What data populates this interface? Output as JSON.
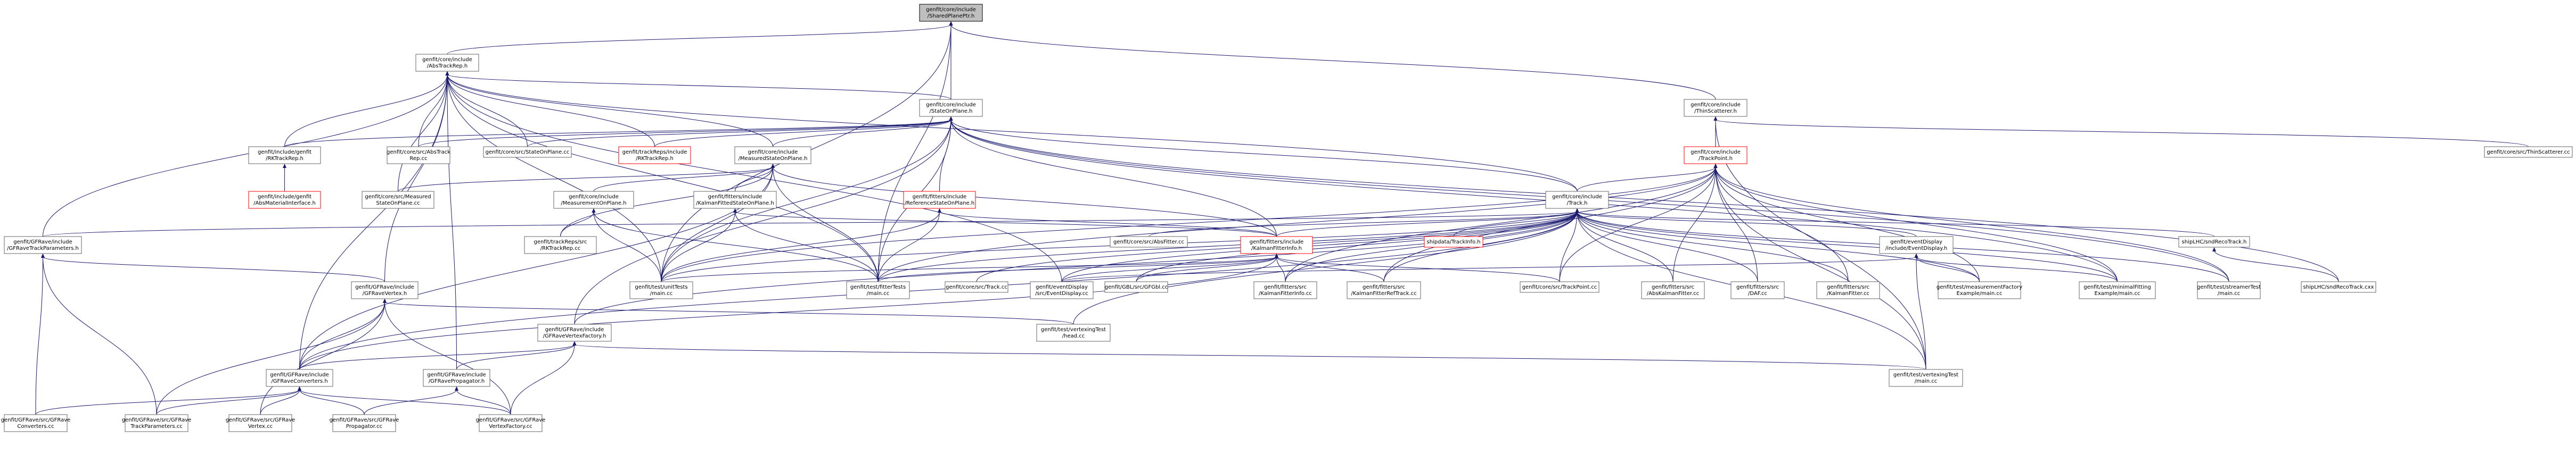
{
  "nodes": {
    "shared_planeptr": {
      "lines": [
        "genfit/core/include",
        "/SharedPlanePtr.h"
      ]
    },
    "abstrackrep": {
      "lines": [
        "genfit/core/include",
        "/AbsTrackRep.h"
      ]
    },
    "stateonplane": {
      "lines": [
        "genfit/core/include",
        "/StateOnPlane.h"
      ]
    },
    "thinscatterer": {
      "lines": [
        "genfit/core/include",
        "/ThinScatterer.h"
      ]
    },
    "thinscatterer_cc": {
      "lines": [
        "genfit/core/src/ThinScatterer.cc"
      ]
    },
    "trackpoint": {
      "lines": [
        "genfit/core/include",
        "/TrackPoint.h"
      ]
    },
    "track": {
      "lines": [
        "genfit/core/include",
        "/Track.h"
      ]
    },
    "rktrackrep_h": {
      "lines": [
        "genfit/trackReps/include",
        "/RKTrackRep.h"
      ]
    },
    "abstrackrep_cc": {
      "lines": [
        "genfit/core/src/AbsTrack",
        "Rep.cc"
      ]
    },
    "stateonplane_cc": {
      "lines": [
        "genfit/core/src/StateOnPlane.cc"
      ]
    },
    "msop": {
      "lines": [
        "genfit/core/include",
        "/MeasuredStateOnPlane.h"
      ]
    },
    "msop_cc": {
      "lines": [
        "genfit/core/src/Measured",
        "StateOnPlane.cc"
      ]
    },
    "mop": {
      "lines": [
        "genfit/core/include",
        "/MeasurementOnPlane.h"
      ]
    },
    "kfsop": {
      "lines": [
        "genfit/fitters/include",
        "/KalmanFittedStateOnPlane.h"
      ]
    },
    "refsop": {
      "lines": [
        "genfit/fitters/include",
        "/ReferenceStateOnPlane.h"
      ]
    },
    "kfi": {
      "lines": [
        "genfit/fitters/include",
        "/KalmanFitterInfo.h"
      ]
    },
    "rktrackrep_cc": {
      "lines": [
        "genfit/trackReps/src",
        "/RKTrackRep.cc"
      ]
    },
    "rkmatinterface_gh": {
      "lines": [
        "genfit/include/genfit",
        "/RKTrackRep.h"
      ]
    },
    "absmatinterface": {
      "lines": [
        "genfit/include/genfit",
        "/AbsMaterialInterface.h"
      ]
    },
    "gfrave_trackparams": {
      "lines": [
        "genfit/GFRave/include",
        "/GFRaveTrackParameters.h"
      ]
    },
    "gfrave_vertex": {
      "lines": [
        "genfit/GFRave/include",
        "/GFRaveVertex.h"
      ]
    },
    "gfrave_vertexfactory": {
      "lines": [
        "genfit/GFRave/include",
        "/GFRaveVertexFactory.h"
      ]
    },
    "gfrave_converters": {
      "lines": [
        "genfit/GFRave/include",
        "/GFRaveConverters.h"
      ]
    },
    "gfrave_propagator": {
      "lines": [
        "genfit/GFRave/include",
        "/GFRavePropagator.h"
      ]
    },
    "unittests": {
      "lines": [
        "genfit/test/unitTests",
        "/main.cc"
      ]
    },
    "fittertests": {
      "lines": [
        "genfit/test/fitterTests",
        "/main.cc"
      ]
    },
    "vertexingtest_head": {
      "lines": [
        "genfit/test/vertexingTest",
        "/head.cc"
      ]
    },
    "vertexingtest_main": {
      "lines": [
        "genfit/test/vertexingTest",
        "/main.cc"
      ]
    },
    "absfitter_cc": {
      "lines": [
        "genfit/core/src/AbsFitter.cc"
      ]
    },
    "trackinfo": {
      "lines": [
        "shipdata/TrackInfo.h"
      ]
    },
    "track_cc": {
      "lines": [
        "genfit/core/src/Track.cc"
      ]
    },
    "eventdisplay_cc": {
      "lines": [
        "genfit/eventDisplay",
        "/src/EventDisplay.cc"
      ]
    },
    "gbl_cc": {
      "lines": [
        "genfit/GBL/src/GFGbl.cc"
      ]
    },
    "kfi_cc": {
      "lines": [
        "genfit/fitters/src",
        "/KalmanFitterInfo.cc"
      ]
    },
    "kfrefts_cc": {
      "lines": [
        "genfit/fitters/src",
        "/KalmanFitterRefTrack.cc"
      ]
    },
    "trackpoint_cc": {
      "lines": [
        "genfit/core/src/TrackPoint.cc"
      ]
    },
    "abskalman_cc": {
      "lines": [
        "genfit/fitters/src",
        "/AbsKalmanFitter.cc"
      ]
    },
    "daf_cc": {
      "lines": [
        "genfit/fitters/src",
        "/DAF.cc"
      ]
    },
    "kalmanfitter_cc": {
      "lines": [
        "genfit/fitters/src",
        "/KalmanFitter.cc"
      ]
    },
    "eventdisplay_h": {
      "lines": [
        "genfit/eventDisplay",
        "/include/EventDisplay.h"
      ]
    },
    "measfactory_main": {
      "lines": [
        "genfit/test/measurementFactory",
        "Example/main.cc"
      ]
    },
    "minimalfit_main": {
      "lines": [
        "genfit/test/minimalFitting",
        "Example/main.cc"
      ]
    },
    "streamer_main": {
      "lines": [
        "genfit/test/streamerTest",
        "/main.cc"
      ]
    },
    "sndreco_h": {
      "lines": [
        "shipLHC/sndRecoTrack.h"
      ]
    },
    "sndreco_cxx": {
      "lines": [
        "shipLHC/sndRecoTrack.cxx"
      ]
    },
    "gfrave_conv_cc": {
      "lines": [
        "genfit/GFRave/src/GFRave",
        "Converters.cc"
      ]
    },
    "gfrave_tp_cc": {
      "lines": [
        "genfit/GFRave/src/GFRave",
        "TrackParameters.cc"
      ]
    },
    "gfrave_vertex_cc": {
      "lines": [
        "genfit/GFRave/src/GFRave",
        "Vertex.cc"
      ]
    },
    "gfrave_prop_cc": {
      "lines": [
        "genfit/GFRave/src/GFRave",
        "Propagator.cc"
      ]
    },
    "gfrave_vf_cc": {
      "lines": [
        "genfit/GFRave/src/GFRave",
        "VertexFactory.cc"
      ]
    }
  }
}
